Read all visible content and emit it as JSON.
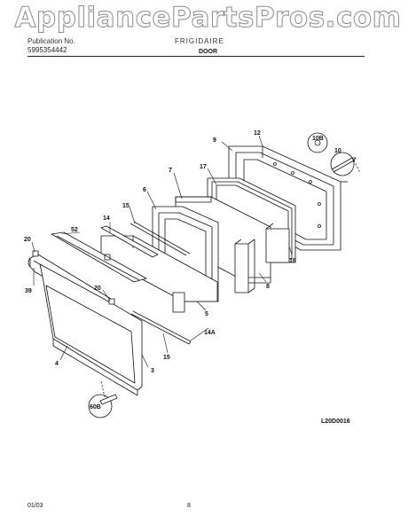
{
  "watermark": "AppliancePartsPros.com",
  "header": {
    "publication_label": "Publication No.",
    "publication_number": "5995354442",
    "brand": "FRIGIDAIRE",
    "section_title": "DOOR"
  },
  "callouts": {
    "c9": "9",
    "c12": "12",
    "c10b": "10B",
    "c10": "10",
    "c17": "17",
    "c7": "7",
    "c6": "6",
    "c15a": "15",
    "c14": "14",
    "c52": "52",
    "c20a": "20",
    "c39": "39",
    "c20b": "20",
    "c16": "16",
    "c8": "8",
    "c5": "5",
    "c14a": "14A",
    "c15b": "15",
    "c3": "3",
    "c4": "4",
    "c60b": "60B"
  },
  "diagram_code": "L20D0016",
  "footer": {
    "date": "01/03",
    "page": "8"
  }
}
